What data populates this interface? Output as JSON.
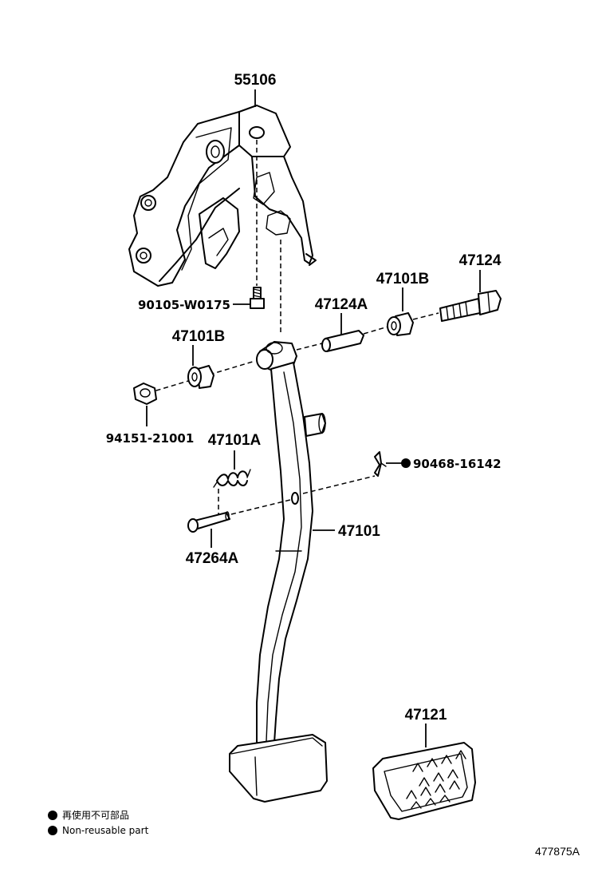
{
  "parts": {
    "bracket": "55106",
    "bolt_small": "90105-W0175",
    "collar": "47124A",
    "bushing_right": "47101B",
    "bolt_long": "47124",
    "bushing_left": "47101B",
    "nut": "94151-21001",
    "spring": "47101A",
    "clip": "90468-16142",
    "pedal_arm": "47101",
    "pin": "47264A",
    "pedal_pad": "47121"
  },
  "legend": {
    "items": [
      {
        "symbol": "filled-circle",
        "text": "再使用不可部品"
      },
      {
        "symbol": "filled-circle",
        "text": "Non-reusable part"
      }
    ]
  },
  "figure_number": "477875A"
}
